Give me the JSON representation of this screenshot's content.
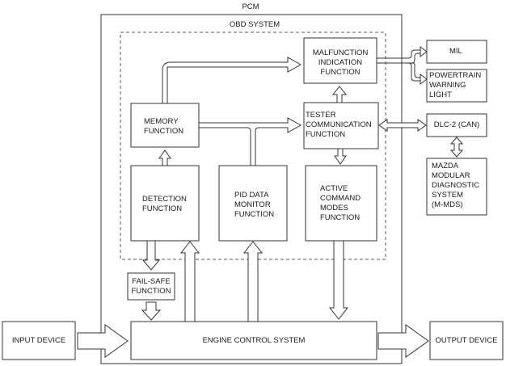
{
  "pcm": {
    "label": "PCM"
  },
  "obd": {
    "label": "OBD SYSTEM"
  },
  "blocks": {
    "malfunction": [
      "MALFUNCTION",
      "INDICATION",
      "FUNCTION"
    ],
    "memory": [
      "MEMORY",
      "FUNCTION"
    ],
    "tester": [
      "TESTER",
      "COMMUNICATION",
      "FUNCTION"
    ],
    "detection": [
      "DETECTION",
      "FUNCTION"
    ],
    "pid": [
      "PID DATA",
      "MONITOR",
      "FUNCTION"
    ],
    "active": [
      "ACTIVE",
      "COMMAND",
      "MODES",
      "FUNCTION"
    ],
    "failsafe": [
      "FAIL-SAFE",
      "FUNCTION"
    ],
    "engine": "ENGINE CONTROL SYSTEM"
  },
  "external": {
    "mil": "MIL",
    "powertrain": [
      "POWERTRAIN",
      "WARNING",
      "LIGHT"
    ],
    "dlc": "DLC-2 (CAN)",
    "mmds": [
      "MAZDA",
      "MODULAR",
      "DIAGNOSTIC",
      "SYSTEM",
      "(M-MDS)"
    ],
    "input": "INPUT DEVICE",
    "output": "OUTPUT DEVICE"
  }
}
